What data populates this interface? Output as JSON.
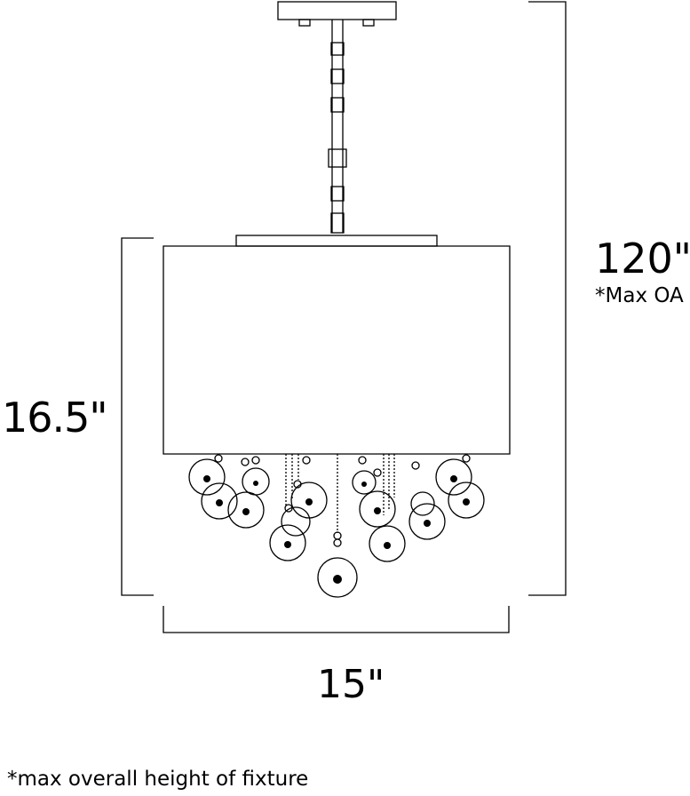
{
  "dimensions": {
    "height": "16.5\"",
    "width": "15\"",
    "overall": "120\"",
    "overall_note": "*Max OA"
  },
  "footnote": "*max overall height of fixture"
}
